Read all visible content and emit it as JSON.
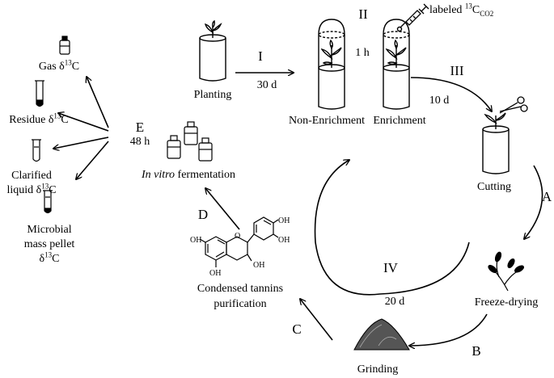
{
  "steps": {
    "I": "I",
    "II": "II",
    "III": "III",
    "IV": "IV",
    "A": "A",
    "B": "B",
    "C": "C",
    "D": "D",
    "E": "E"
  },
  "times": {
    "planting_to_chambers": "30 d",
    "labeling": "1 h",
    "growth": "10 d",
    "cycle": "20 d",
    "fermentation": "48 h"
  },
  "labels": {
    "planting": "Planting",
    "non_enrichment": "Non-Enrichment",
    "enrichment": "Enrichment",
    "labeled_co2_prefix": "labeled ",
    "labeled_co2_sup": "13",
    "labeled_co2_c": "C",
    "labeled_co2_sub": "CO2",
    "cutting": "Cutting",
    "freeze_drying": "Freeze-drying",
    "grinding": "Grinding",
    "tannins_line1": "Condensed tannins",
    "tannins_line2": "purification",
    "fermentation_italic": "In vitro",
    "fermentation_rest": " fermentation"
  },
  "outputs": {
    "gas": "Gas δ",
    "residue": "Residue δ",
    "clarified_line1": "Clarified",
    "clarified_line2": "liquid δ",
    "microbial_line1": "Microbial",
    "microbial_line2": "mass pellet",
    "microbial_line3": "δ",
    "isotope_sup": "13",
    "isotope_c": "C"
  },
  "molecule_atoms": {
    "oh": "OH",
    "o": "O"
  }
}
